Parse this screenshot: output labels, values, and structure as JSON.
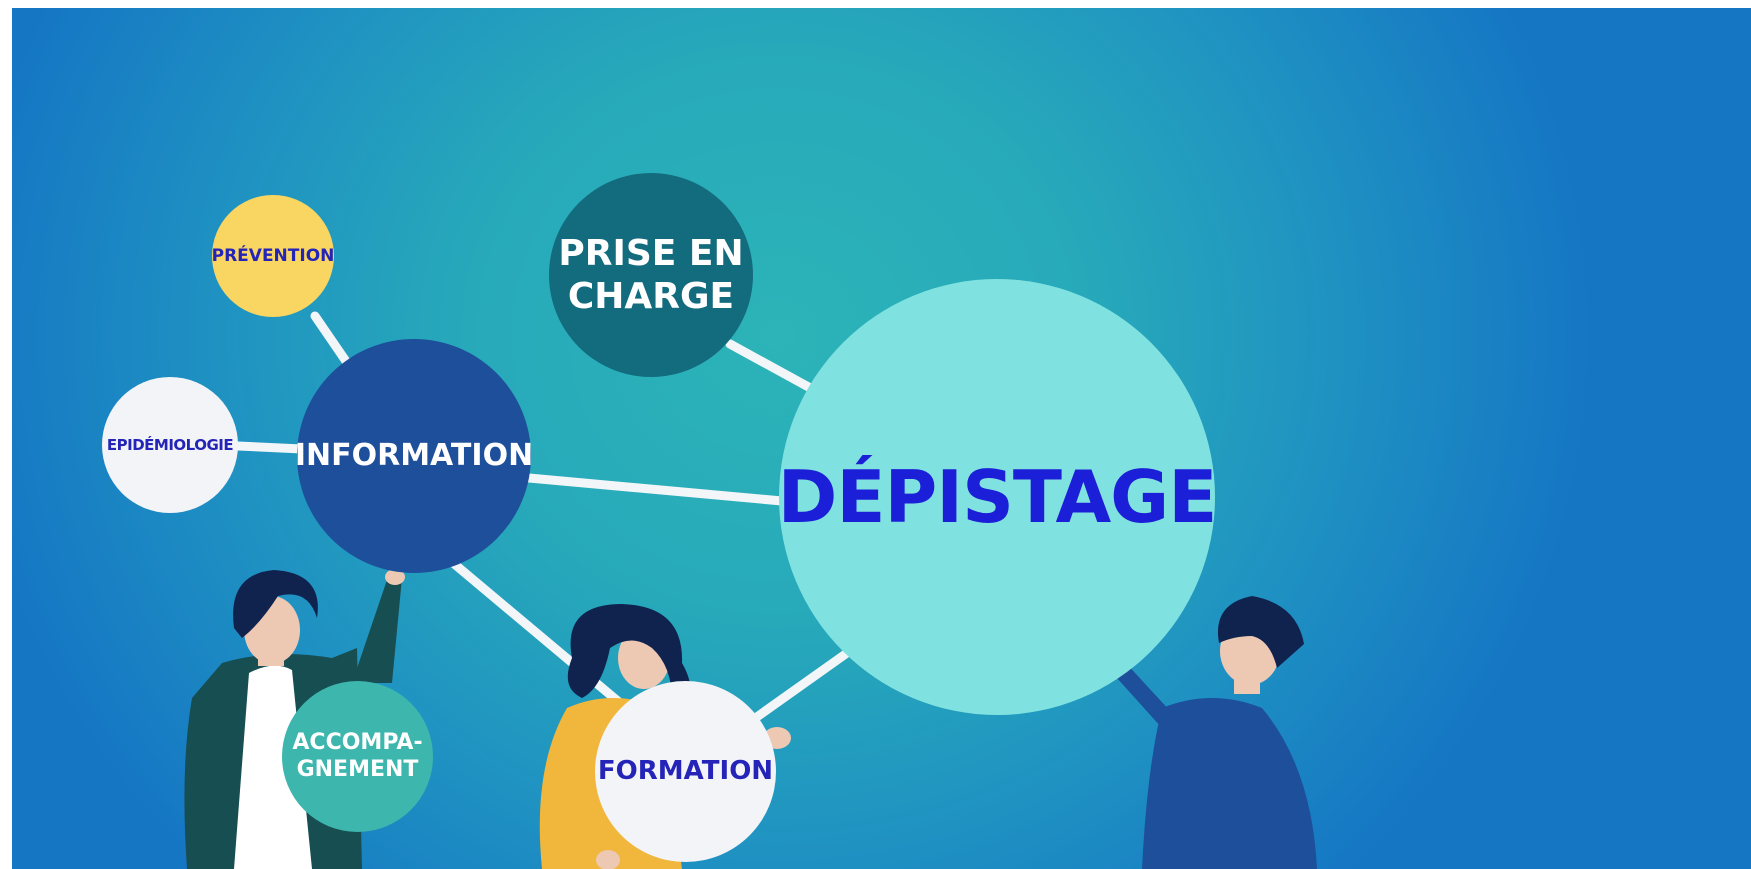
{
  "diagram": {
    "nodes": {
      "prevention": "PRÉVENTION",
      "epidemiologie": "EPIDÉMIOLOGIE",
      "information": "INFORMATION",
      "prise_en_charge": "PRISE EN\nCHARGE",
      "depistage": "DÉPISTAGE",
      "accompagnement": "ACCOMPA-\nGNEMENT",
      "formation": "FORMATION"
    },
    "links": [
      [
        "prevention",
        "information"
      ],
      [
        "epidemiologie",
        "information"
      ],
      [
        "information",
        "depistage"
      ],
      [
        "information",
        "formation"
      ],
      [
        "prise_en_charge",
        "depistage"
      ],
      [
        "depistage",
        "formation"
      ]
    ],
    "colors": {
      "background_center": "#2cb4b8",
      "background_edge": "#1576c4",
      "connector": "#f3f6f8",
      "depistage_fill": "#80e2e0",
      "depistage_text": "#1c1fd8",
      "information_fill": "#1d4f9a",
      "prise_en_charge_fill": "#136b7e",
      "prevention_fill": "#f9d562",
      "accompagnement_fill": "#3db6ad",
      "label_dark_text": "#2424b8"
    }
  },
  "figures": [
    "person-left-raising-hand",
    "person-center-holding-circle",
    "person-right-pointing"
  ]
}
